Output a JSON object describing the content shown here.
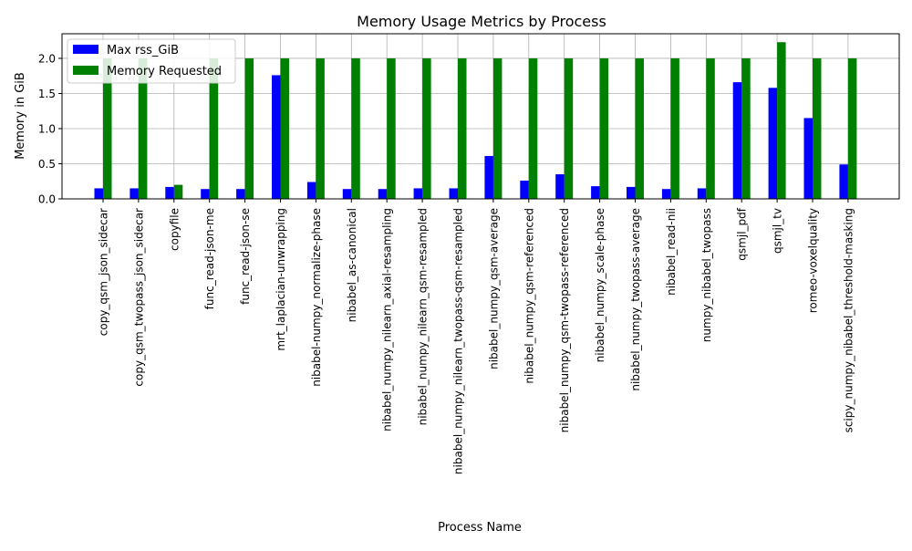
{
  "chart_data": {
    "type": "bar",
    "title": "Memory Usage Metrics by Process",
    "xlabel": "Process Name",
    "ylabel": "Memory in GiB",
    "ylim": [
      0,
      2.35
    ],
    "yticks": [
      "0.0",
      "0.5",
      "1.0",
      "1.5",
      "2.0"
    ],
    "ytick_values": [
      0,
      0.5,
      1.0,
      1.5,
      2.0
    ],
    "grid": true,
    "legend_position": "top-left",
    "categories": [
      "copy_qsm_json_sidecar",
      "copy_qsm_twopass_json_sidecar",
      "copyfile",
      "func_read-json-me",
      "func_read-json-se",
      "mrt_laplacian-unwrapping",
      "nibabel-numpy_normalize-phase",
      "nibabel_as-canonical",
      "nibabel_numpy_nilearn_axial-resampling",
      "nibabel_numpy_nilearn_qsm-resampled",
      "nibabel_numpy_nilearn_twopass-qsm-resampled",
      "nibabel_numpy_qsm-average",
      "nibabel_numpy_qsm-referenced",
      "nibabel_numpy_qsm-twopass-referenced",
      "nibabel_numpy_scale-phase",
      "nibabel_numpy_twopass-average",
      "nibabel_read-nii",
      "numpy_nibabel_twopass",
      "qsmjl_pdf",
      "qsmjl_tv",
      "romeo-voxelquality",
      "scipy_numpy_nibabel_threshold-masking"
    ],
    "series": [
      {
        "name": "Max rss_GiB",
        "color": "#0000ff",
        "values": [
          0.15,
          0.15,
          0.17,
          0.14,
          0.14,
          1.76,
          0.24,
          0.14,
          0.14,
          0.15,
          0.15,
          0.61,
          0.26,
          0.35,
          0.18,
          0.17,
          0.14,
          0.15,
          1.66,
          1.58,
          1.15,
          0.49
        ]
      },
      {
        "name": "Memory Requested",
        "color": "#008000",
        "values": [
          2.0,
          2.0,
          0.2,
          2.0,
          2.0,
          2.0,
          2.0,
          2.0,
          2.0,
          2.0,
          2.0,
          2.0,
          2.0,
          2.0,
          2.0,
          2.0,
          2.0,
          2.0,
          2.0,
          2.23,
          2.0,
          2.0
        ]
      }
    ]
  }
}
